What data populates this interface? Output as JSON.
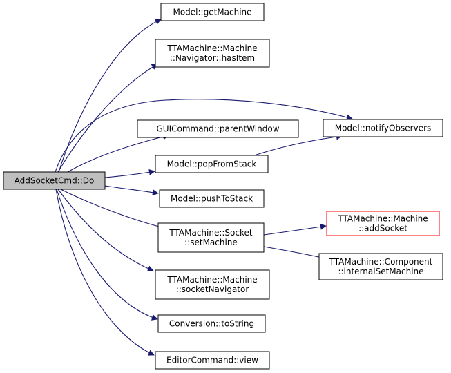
{
  "colors": {
    "edge": "#191970",
    "node_border": "#000000",
    "node_fill": "#ffffff",
    "root_fill": "#bfbfbf",
    "highlight_border": "#ff0000"
  },
  "nodes": [
    {
      "id": "root",
      "lines": [
        "AddSocketCmd::Do"
      ],
      "style": "root"
    },
    {
      "id": "getMachine",
      "lines": [
        "Model::getMachine"
      ],
      "style": "normal"
    },
    {
      "id": "hasItem",
      "lines": [
        "TTAMachine::Machine",
        "::Navigator::hasItem"
      ],
      "style": "normal"
    },
    {
      "id": "notifyObservers",
      "lines": [
        "Model::notifyObservers"
      ],
      "style": "normal"
    },
    {
      "id": "parentWindow",
      "lines": [
        "GUICommand::parentWindow"
      ],
      "style": "normal"
    },
    {
      "id": "popFromStack",
      "lines": [
        "Model::popFromStack"
      ],
      "style": "normal"
    },
    {
      "id": "pushToStack",
      "lines": [
        "Model::pushToStack"
      ],
      "style": "normal"
    },
    {
      "id": "setMachine",
      "lines": [
        "TTAMachine::Socket",
        "::setMachine"
      ],
      "style": "normal"
    },
    {
      "id": "addSocket",
      "lines": [
        "TTAMachine::Machine",
        "::addSocket"
      ],
      "style": "highlight"
    },
    {
      "id": "internalSetMachine",
      "lines": [
        "TTAMachine::Component",
        "::internalSetMachine"
      ],
      "style": "normal"
    },
    {
      "id": "socketNavigator",
      "lines": [
        "TTAMachine::Machine",
        "::socketNavigator"
      ],
      "style": "normal"
    },
    {
      "id": "toString",
      "lines": [
        "Conversion::toString"
      ],
      "style": "normal"
    },
    {
      "id": "view",
      "lines": [
        "EditorCommand::view"
      ],
      "style": "normal"
    }
  ],
  "edges": [
    {
      "from": "root",
      "to": "getMachine"
    },
    {
      "from": "root",
      "to": "hasItem"
    },
    {
      "from": "root",
      "to": "notifyObservers"
    },
    {
      "from": "root",
      "to": "parentWindow"
    },
    {
      "from": "root",
      "to": "popFromStack"
    },
    {
      "from": "root",
      "to": "pushToStack"
    },
    {
      "from": "root",
      "to": "setMachine"
    },
    {
      "from": "root",
      "to": "socketNavigator"
    },
    {
      "from": "root",
      "to": "toString"
    },
    {
      "from": "root",
      "to": "view"
    },
    {
      "from": "popFromStack",
      "to": "notifyObservers"
    },
    {
      "from": "setMachine",
      "to": "addSocket"
    },
    {
      "from": "setMachine",
      "to": "internalSetMachine"
    }
  ]
}
